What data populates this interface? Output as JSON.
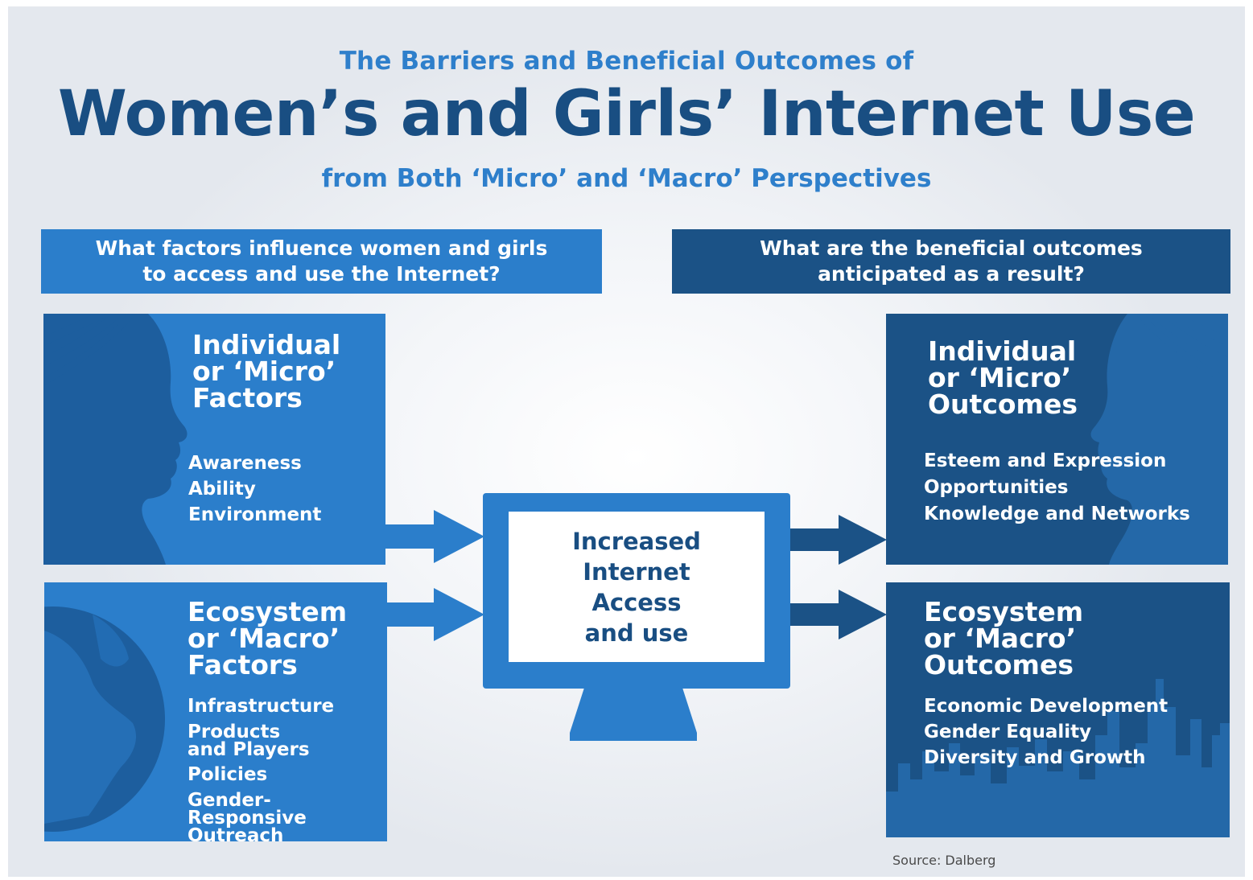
{
  "header": {
    "super_title": "The Barriers and Beneficial Outcomes of",
    "main_title": "Women’s and Girls’ Internet Use",
    "sub_title": "from Both ‘Micro’ and ‘Macro’ Perspectives"
  },
  "questions": {
    "left": [
      "What factors influence women and girls",
      "to access and use the Internet?"
    ],
    "right": [
      "What are the beneficial outcomes",
      "anticipated as a result?"
    ]
  },
  "micro_factors": {
    "heading": [
      "Individual",
      "or ‘Micro’",
      "Factors"
    ],
    "items": [
      "Awareness",
      "Ability",
      "Environment"
    ]
  },
  "macro_factors": {
    "heading": [
      "Ecosystem",
      "or ‘Macro’",
      "Factors"
    ],
    "items": [
      "Infrastructure",
      "Products and Players",
      "Policies",
      "Gender-Responsive Outreach"
    ]
  },
  "micro_outcomes": {
    "heading": [
      "Individual",
      "or ‘Micro’",
      "Outcomes"
    ],
    "items": [
      "Esteem and Expression",
      "Opportunities",
      "Knowledge and Networks"
    ]
  },
  "macro_outcomes": {
    "heading": [
      "Ecosystem",
      "or ‘Macro’",
      "Outcomes"
    ],
    "items": [
      "Economic Development",
      "Gender Equality",
      "Diversity and Growth"
    ]
  },
  "center": {
    "lines": [
      "Increased",
      "Internet",
      "Access",
      "and use"
    ]
  },
  "source": "Source: Dalberg",
  "colors": {
    "light_blue": "#2b7ecb",
    "dark_blue": "#1b5286",
    "title_navy": "#194e82",
    "title_blue": "#2e7fcb"
  },
  "icons": [
    "woman-profile-icon",
    "globe-icon",
    "city-skyline-icon",
    "computer-monitor-icon",
    "right-arrow-icon"
  ]
}
